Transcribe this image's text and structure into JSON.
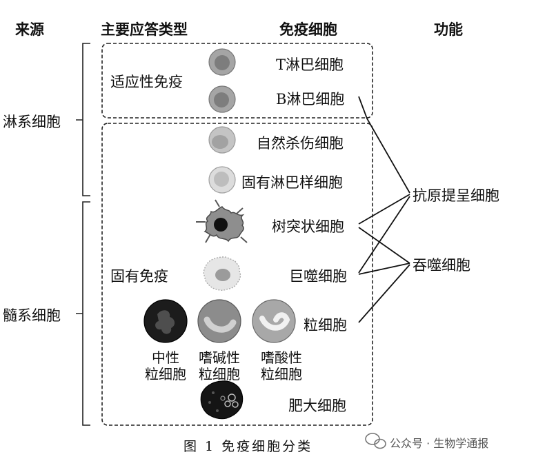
{
  "headers": {
    "source": "来源",
    "response": "主要应答类型",
    "cells": "免疫细胞",
    "function": "功能"
  },
  "sources": {
    "lymph": "淋系细胞",
    "myeloid": "髓系细胞"
  },
  "response_types": {
    "adaptive": "适应性免疫",
    "innate": "固有免疫"
  },
  "cells": {
    "t_cell": "T淋巴细胞",
    "b_cell": "B淋巴细胞",
    "nk_cell": "自然杀伤细胞",
    "ilc": "固有淋巴样细胞",
    "dendritic": "树突状细胞",
    "macrophage": "巨噬细胞",
    "granulocyte": "粒细胞",
    "neutrophil_l1": "中性",
    "neutrophil_l2": "粒细胞",
    "basophil_l1": "嗜碱性",
    "basophil_l2": "粒细胞",
    "eosinophil_l1": "嗜酸性",
    "eosinophil_l2": "粒细胞",
    "mast": "肥大细胞"
  },
  "functions": {
    "apc": "抗原提呈细胞",
    "phagocyte": "吞噬细胞"
  },
  "caption": "图 1   免疫细胞分类",
  "watermark": "公众号 · 生物学通报",
  "colors": {
    "dark_cell": "#1a1a1a",
    "grey_cell": "#9a9a9a",
    "light_cell": "#d6d6d6"
  }
}
